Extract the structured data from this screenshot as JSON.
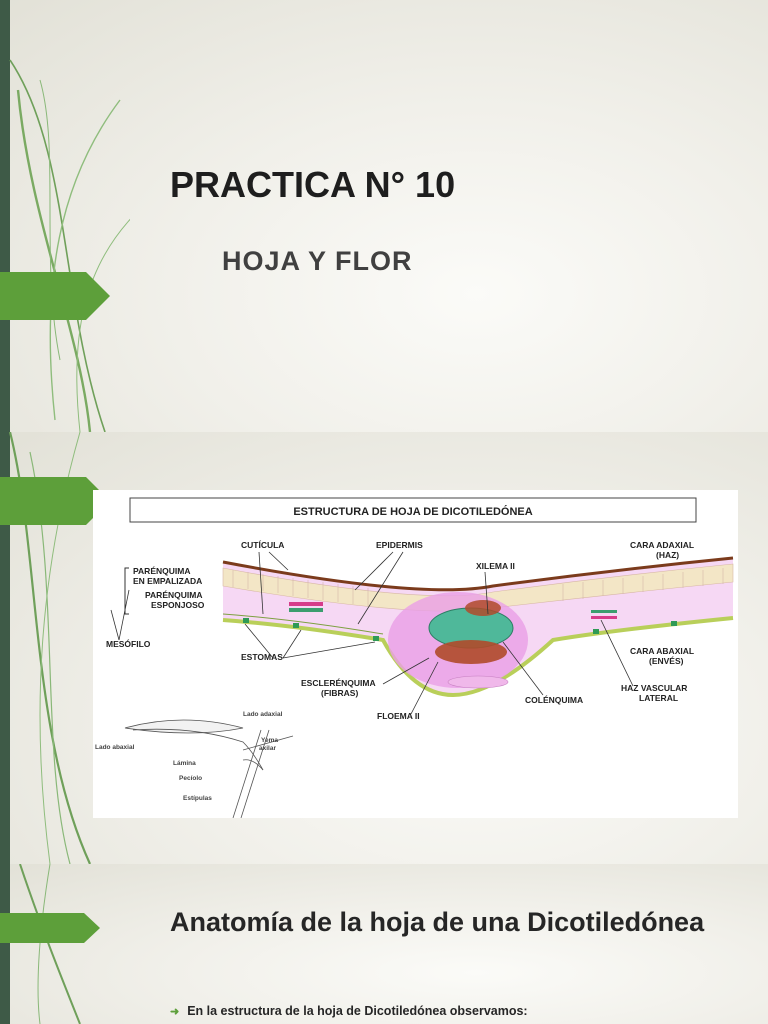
{
  "slides": [
    {
      "title": "PRACTICA N° 10",
      "subtitle": "HOJA Y FLOR"
    },
    {
      "diagram": {
        "title": "ESTRUCTURA DE HOJA DE DICOTILEDÓNEA",
        "labels": {
          "parenquima_empalizada_1": "PARÉNQUIMA",
          "parenquima_empalizada_2": "EN EMPALIZADA",
          "parenquima_esponjoso_1": "PARÉNQUIMA",
          "parenquima_esponjoso_2": "ESPONJOSO",
          "mesofilo": "MESÓFILO",
          "cuticula": "CUTÍCULA",
          "epidermis": "EPIDERMIS",
          "xilema": "XILEMA II",
          "cara_adaxial_1": "CARA ADAXIAL",
          "cara_adaxial_2": "(HAZ)",
          "estomas": "ESTOMAS",
          "esclerenquima_1": "ESCLERÉNQUIMA",
          "esclerenquima_2": "(FIBRAS)",
          "floema": "FLOEMA II",
          "colenquima": "COLÉNQUIMA",
          "cara_abaxial_1": "CARA ABAXIAL",
          "cara_abaxial_2": "(ENVÉS)",
          "haz_vascular_1": "HAZ VASCULAR",
          "haz_vascular_2": "LATERAL"
        },
        "sketch_labels": {
          "lado_adaxial": "Lado adaxial",
          "lado_abaxial": "Lado abaxial",
          "lamina": "Lámina",
          "peciolo": "Pecíolo",
          "estipulas": "Estípulas",
          "yema_1": "Yema",
          "yema_2": "axilar"
        }
      }
    },
    {
      "title": "Anatomía de la hoja de una Dicotiledónea",
      "bullet": "En la estructura de la hoja de Dicotiledónea observamos:"
    }
  ],
  "colors": {
    "accent_green": "#5d9f3a",
    "dark_bar": "#3e5a47",
    "cuticle": "#7b3b1c",
    "epidermis": "#c9d86a",
    "mesophyll": "#f3cdf0",
    "vascular": "#e9a3e6",
    "xylem": "#3aa88c",
    "phloem": "#b04a2a"
  },
  "icons": [
    "swoosh-decoration",
    "bullet-arrow-icon"
  ]
}
